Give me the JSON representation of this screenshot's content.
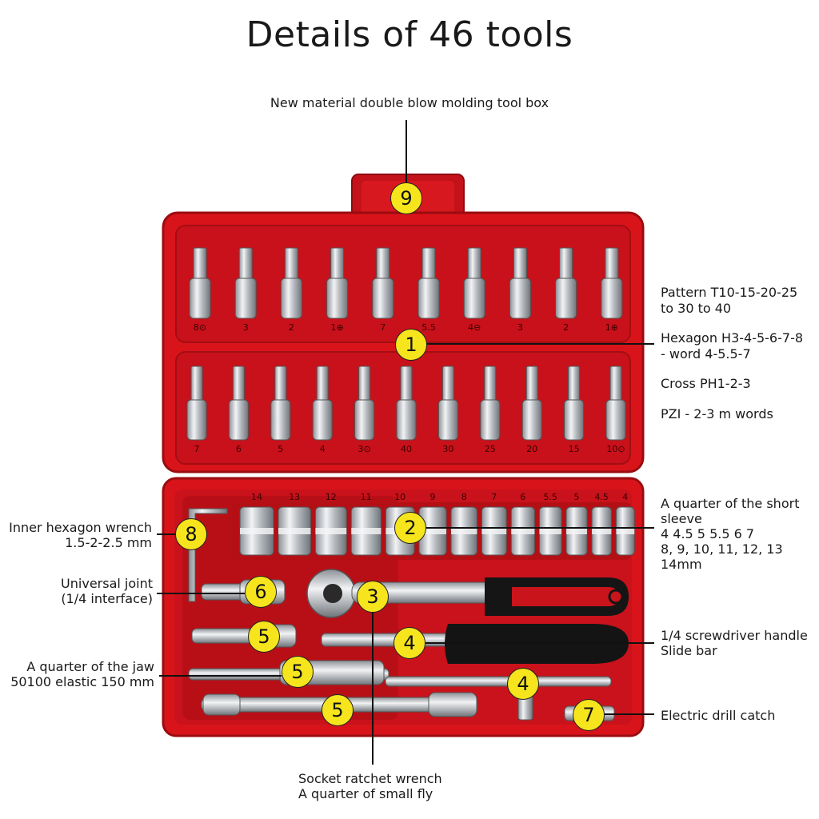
{
  "title": "Details of 46 tools",
  "callouts": {
    "box": "New material double blow molding tool box",
    "bits_right": [
      "Pattern T10-15-20-25",
      "to 30 to 40",
      "Hexagon H3-4-5-6-7-8",
      "- word 4-5.5-7",
      "Cross PH1-2-3",
      "PZI - 2-3 m words"
    ],
    "sleeve": [
      "A quarter of the short",
      "sleeve",
      "4 4.5 5 5.5 6 7",
      "8, 9, 10, 11, 12, 13",
      "14mm"
    ],
    "hex_wrench": [
      "Inner hexagon wrench",
      "1.5-2-2.5 mm"
    ],
    "universal": [
      "Universal joint",
      "(1/4 interface)"
    ],
    "jaw": [
      "A quarter of the jaw",
      "50100 elastic 150 mm"
    ],
    "handle": [
      "1/4 screwdriver handle",
      "Slide bar"
    ],
    "drill": "Electric drill catch",
    "ratchet": [
      "Socket ratchet wrench",
      "A quarter of small fly"
    ]
  },
  "badges": {
    "b9": "9",
    "b1": "1",
    "b2": "2",
    "b8": "8",
    "b6": "6",
    "b3": "3",
    "b5a": "5",
    "b4a": "4",
    "b5b": "5",
    "b4b": "4",
    "b5c": "5",
    "b7": "7"
  },
  "tray_labels": {
    "row1": [
      "8⊙",
      "3",
      "2",
      "1⊕",
      "7",
      "5.5",
      "4⊖",
      "3",
      "2",
      "1⊕"
    ],
    "row2": [
      "7",
      "6",
      "5",
      "4",
      "3⊙",
      "40",
      "30",
      "25",
      "20",
      "15",
      "10⊙"
    ],
    "sockets": [
      "14",
      "13",
      "12",
      "11",
      "10",
      "9",
      "8",
      "7",
      "6",
      "5.5",
      "5",
      "4.5",
      "4"
    ]
  },
  "colors": {
    "case": "#d8141a",
    "case_dark": "#a90d11",
    "badge": "#f6e51c",
    "metal": "#c9ccd0"
  }
}
